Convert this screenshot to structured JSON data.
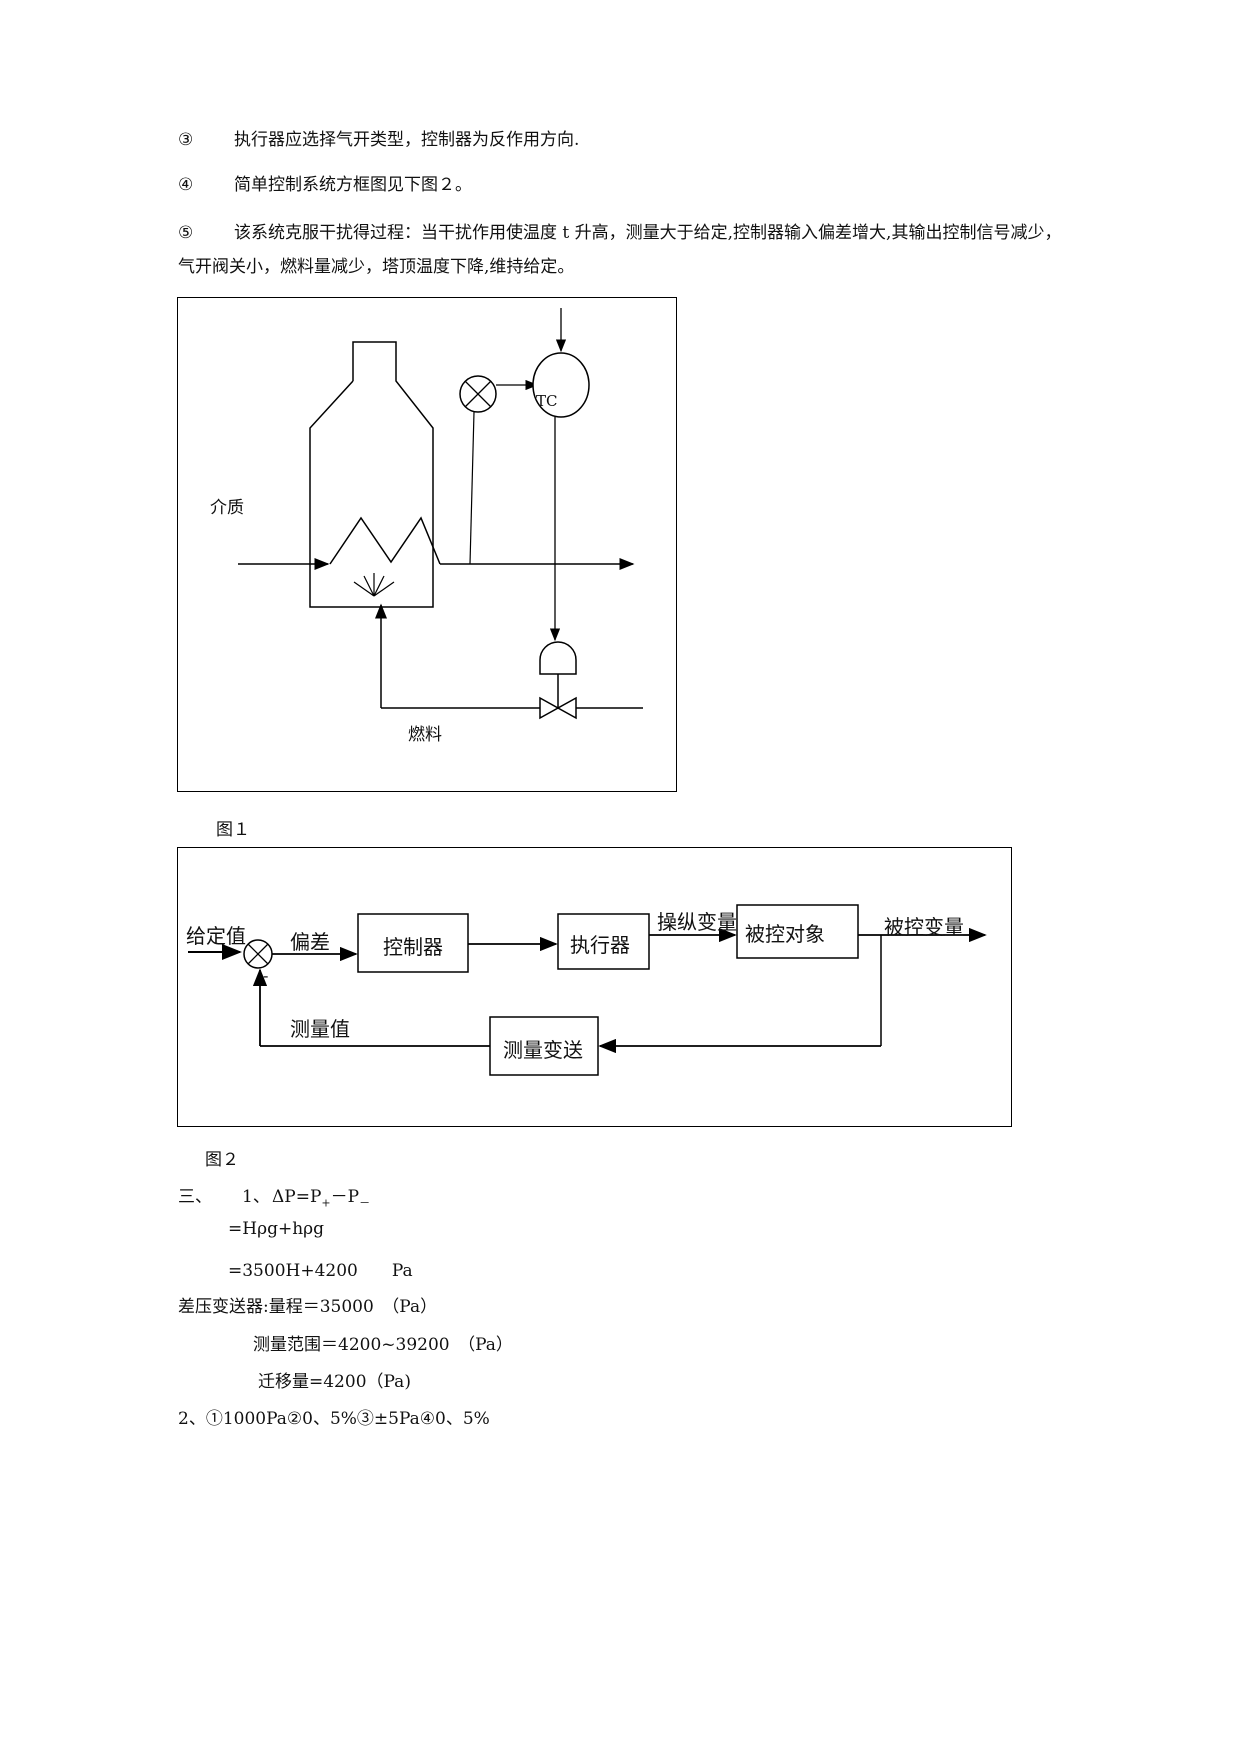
{
  "items": [
    {
      "num": "③",
      "text": "执行器应选择气开类型，控制器为反作用方向."
    },
    {
      "num": "④",
      "text": "简单控制系统方框图见下图２。"
    },
    {
      "num": "⑤",
      "text": "该系统克服干扰得过程：当干扰作用使温度 t 升高，测量大于给定,控制器输入偏差增大,其输出控制信号减少，"
    }
  ],
  "item5_cont": "气开阀关小，燃料量减少，塔顶温度下降,维持给定。",
  "figure1": {
    "caption": "图１",
    "medium_label": "介质",
    "fuel_label": "燃料",
    "controller_label": "TC"
  },
  "figure2": {
    "caption": "图２",
    "setpoint": "给定值",
    "error": "偏差",
    "minus": "-",
    "controller": "控制器",
    "actuator": "执行器",
    "manipulated": "操纵变量",
    "process": "被控对象",
    "controlled": "被控变量",
    "measured": "测量值",
    "transmitter": "测量变送"
  },
  "section3": {
    "heading": "三、",
    "eq1_prefix": "1、",
    "eq1_dp": "ΔP=P",
    "eq1_plus": "+",
    "eq1_mid": "－P",
    "eq1_minus": "－",
    "eq2": "=Hρg+hρg",
    "eq3": "=3500H+4200　　Pa",
    "dp_transmitter": "差压变送器:量程＝35000　（Pa）",
    "range": "测量范围＝4200~39200　（Pa）",
    "shift": "迁移量=4200（Pa)",
    "q2": "2、①1000Pa②0、5%③±5Pa④0、5%"
  }
}
